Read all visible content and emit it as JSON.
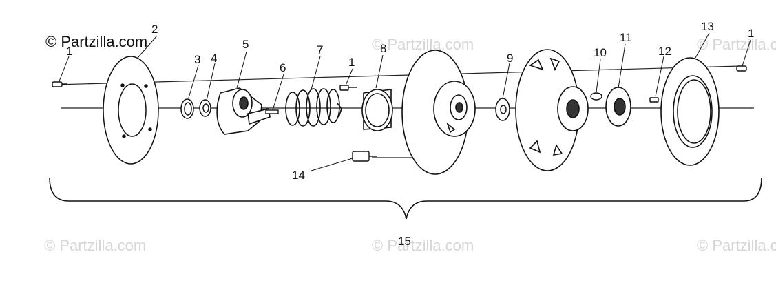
{
  "brand_watermark": "© Partzilla.com",
  "faded_watermarks": [
    "© Partzilla.com",
    "© Partzilla.com",
    "© Partzilla.com",
    "© Partzilla.com",
    "© Partzilla.com"
  ],
  "callouts": {
    "c1a": "1",
    "c2": "2",
    "c3": "3",
    "c4": "4",
    "c5": "5",
    "c6": "6",
    "c7": "7",
    "c1b": "1",
    "c8": "8",
    "c9": "9",
    "c10": "10",
    "c11": "11",
    "c12": "12",
    "c13": "13",
    "c1c": "1",
    "c14": "14",
    "c15": "15"
  }
}
